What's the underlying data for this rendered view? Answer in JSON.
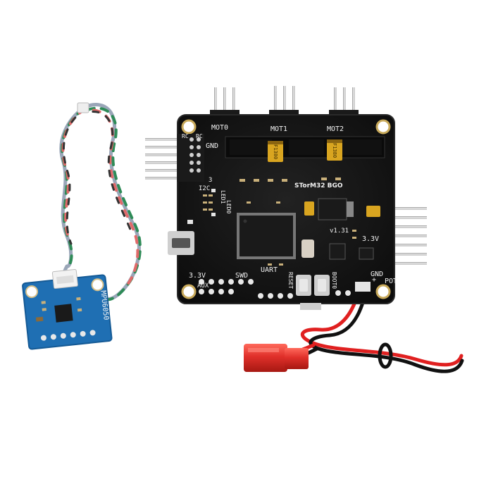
{
  "board": {
    "name": "STorM32 BGO",
    "version": "v1.31",
    "labels": {
      "mot0": "MOT0",
      "mot1": "MOT1",
      "mot2": "MOT2",
      "gnd_top": "GND",
      "rc_a": "RC",
      "rc_b": "RC",
      "i2c": "I2C",
      "led0": "LED0",
      "led1": "LED1",
      "v33_right": "3.3V",
      "v33_left": "3.3V",
      "swd": "SWD",
      "uart": "UART",
      "aux": "AUX",
      "reset": "RESET",
      "boot0": "BOOT0",
      "gnd_bottom": "GND",
      "pot": "POT",
      "pin3": "3",
      "plus": "+"
    },
    "chip_marks": [
      "F1380",
      "F1380"
    ]
  },
  "sensor": {
    "name": "MPU6050"
  },
  "colors": {
    "pcb_black": "#141414",
    "pcb_blue": "#1f6fb3",
    "silkscreen": "#f2f2f2",
    "wire_red": "#e02020",
    "wire_black": "#111111",
    "wire_green": "#2e8b57",
    "wire_grey": "#9aa6b8",
    "connector_red": "#e0302a",
    "gold": "#d9a520"
  }
}
